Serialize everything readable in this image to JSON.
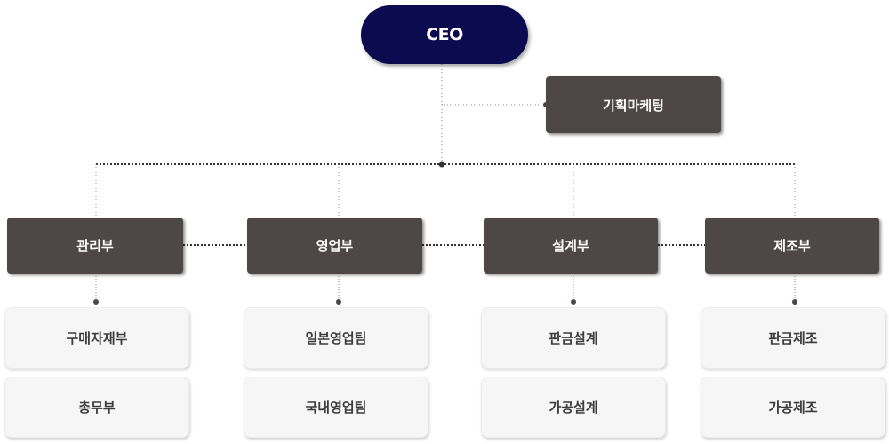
{
  "ceo": "CEO",
  "staff": "기획마케팅",
  "departments": [
    {
      "name": "관리부",
      "teams": [
        "구매자재부",
        "총무부"
      ]
    },
    {
      "name": "영업부",
      "teams": [
        "일본영업팀",
        "국내영업팀"
      ]
    },
    {
      "name": "설계부",
      "teams": [
        "판금설계",
        "가공설계"
      ]
    },
    {
      "name": "제조부",
      "teams": [
        "판금제조",
        "가공제조"
      ]
    }
  ]
}
